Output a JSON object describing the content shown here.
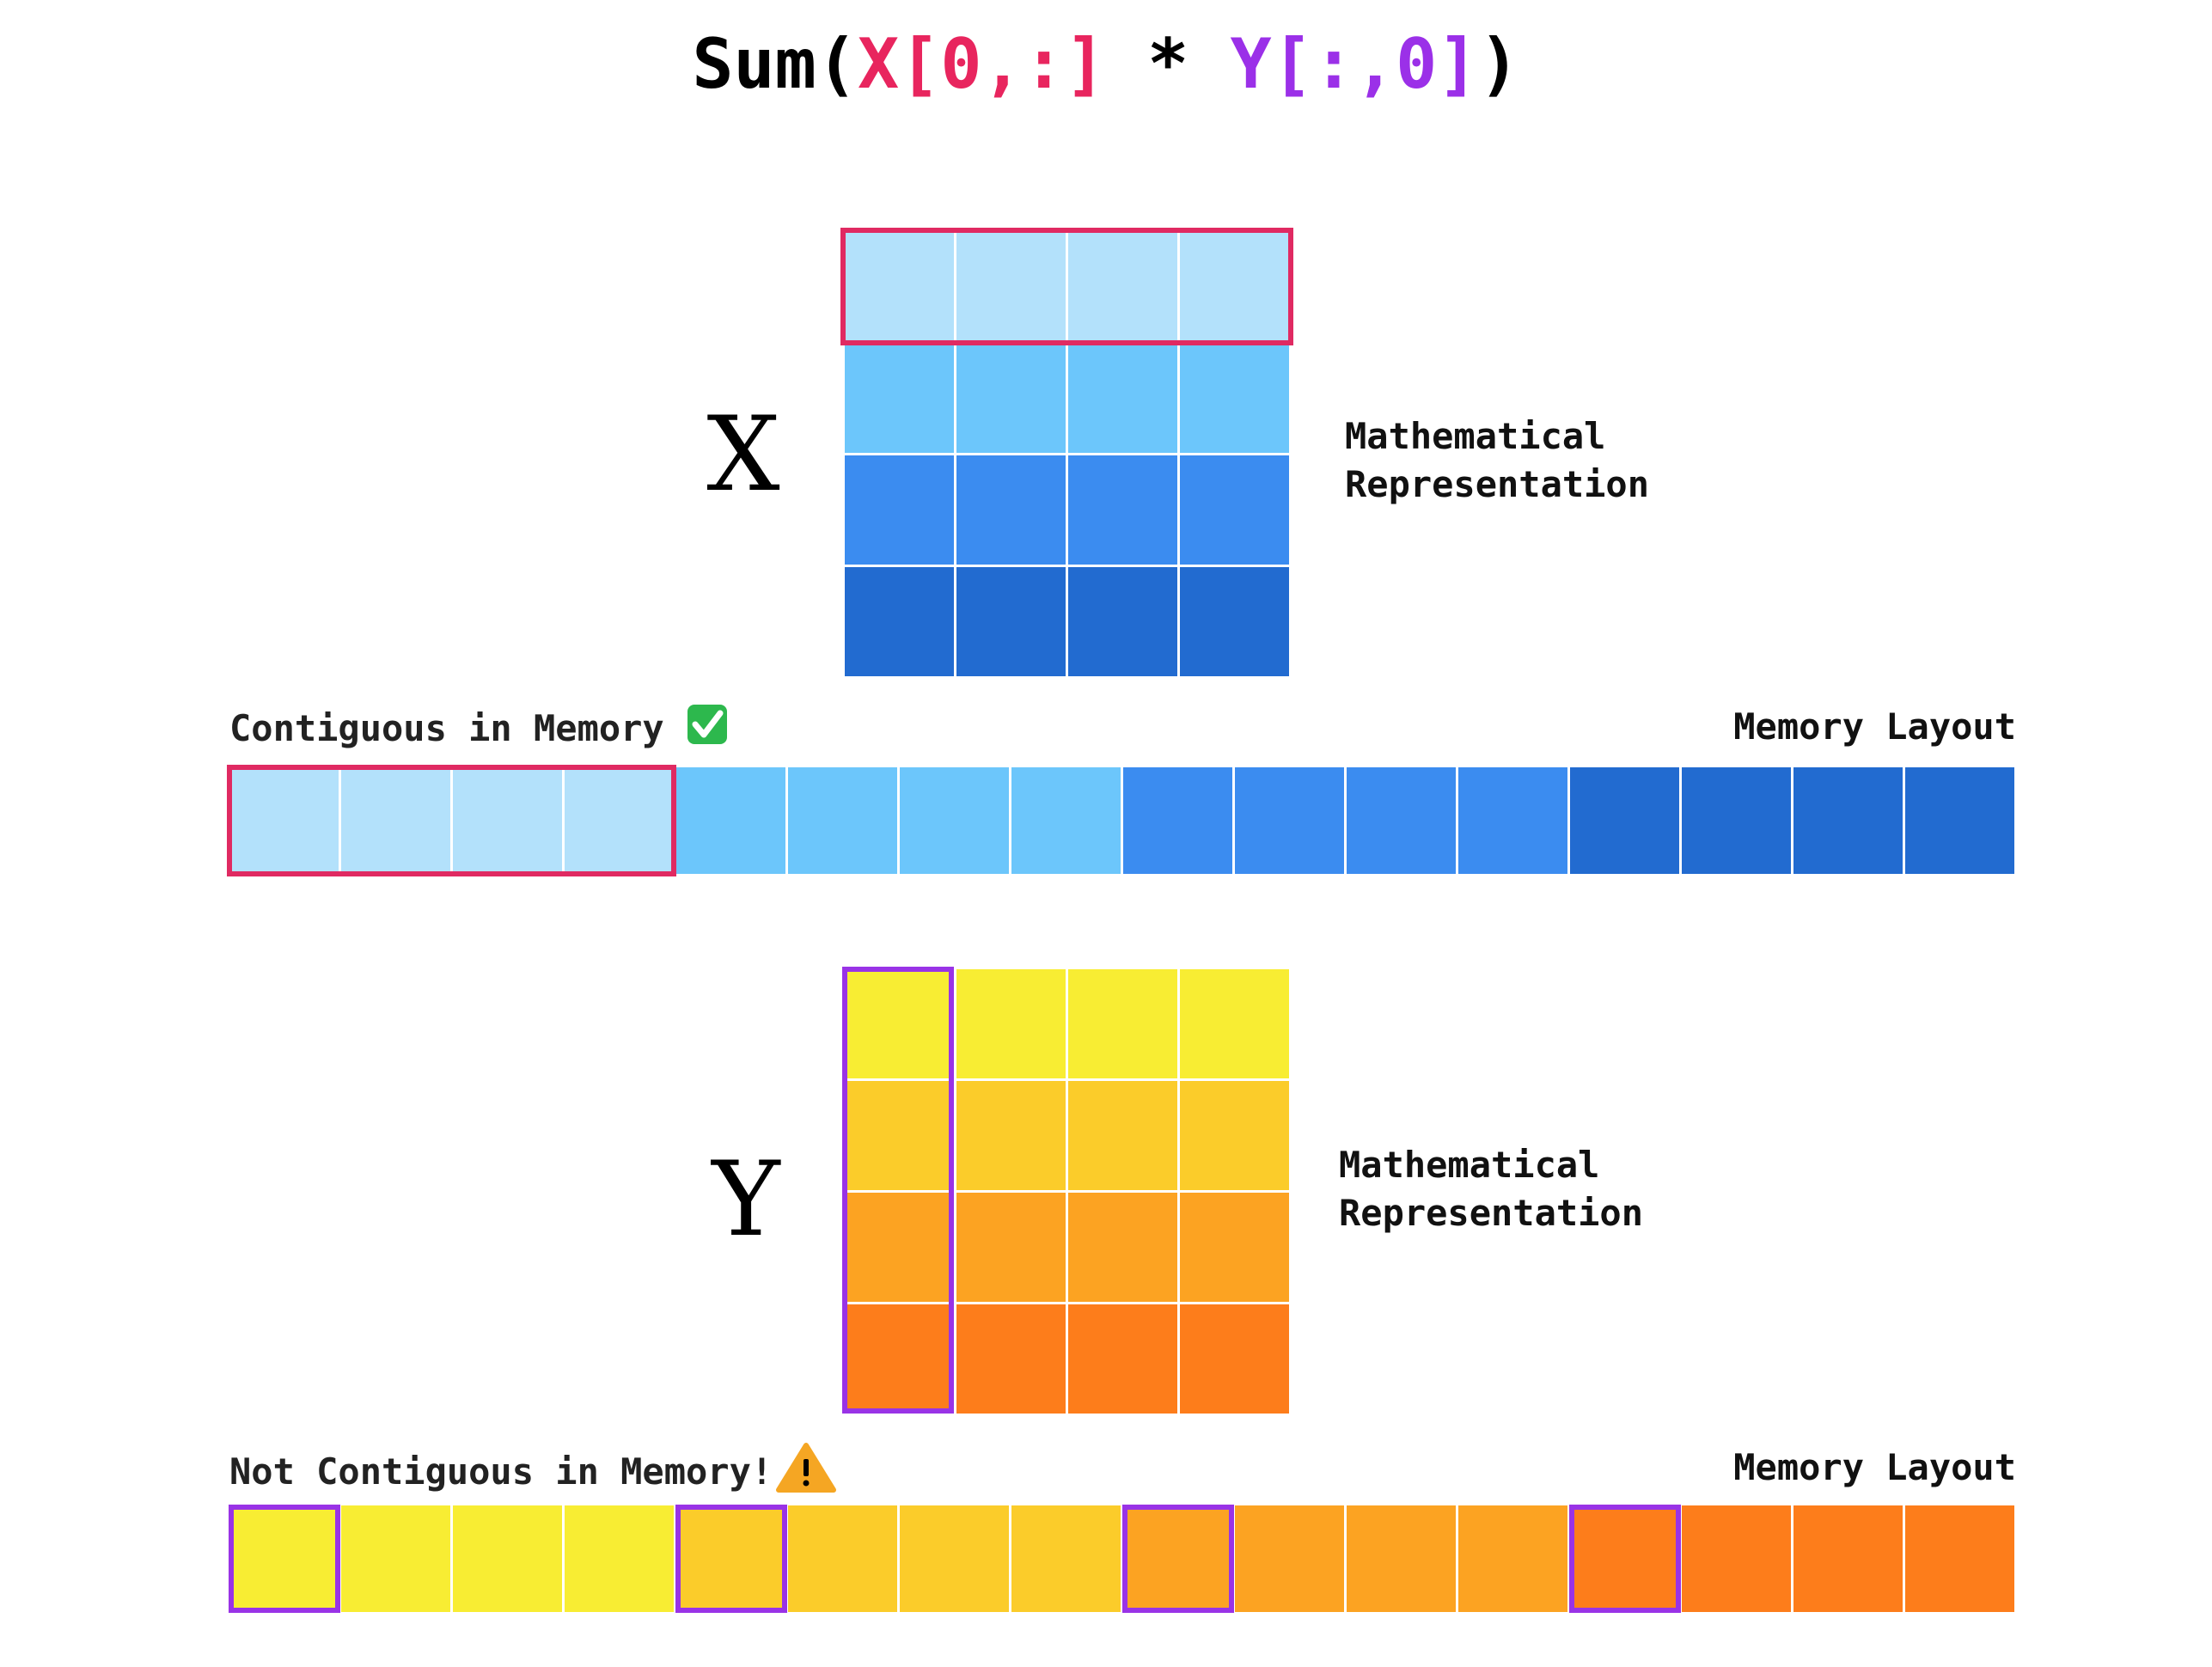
{
  "title": {
    "parts": [
      {
        "text": "Sum(",
        "color": "#000000"
      },
      {
        "text": "X",
        "color": "#e8255e"
      },
      {
        "text": "[0,:]",
        "color": "#e8255e"
      },
      {
        "text": " * ",
        "color": "#000000"
      },
      {
        "text": "Y",
        "color": "#9b30e8"
      },
      {
        "text": "[:,0]",
        "color": "#9b30e8"
      },
      {
        "text": ")",
        "color": "#000000"
      }
    ]
  },
  "colors": {
    "x_highlight": "#e02a62",
    "y_highlight": "#9933e6",
    "x_rows": [
      "#b3e1fb",
      "#6cc6fb",
      "#3b8cf0",
      "#226bd0"
    ],
    "y_rows": [
      "#f8ed33",
      "#fbcc2a",
      "#fca322",
      "#fd7d1b"
    ],
    "check_bg": "#2db84d",
    "warning_bg": "#f5a623"
  },
  "matrix_x": {
    "label": "X",
    "caption_line1": "Mathematical",
    "caption_line2": "Representation",
    "rows": 4,
    "cols": 4,
    "highlight": "row 0"
  },
  "memory_x": {
    "status": "Contiguous in Memory",
    "status_icon": "check-mark-icon",
    "layout_label": "Memory Layout",
    "cells": 16,
    "highlight": "cells 0-3"
  },
  "matrix_y": {
    "label": "Y",
    "caption_line1": "Mathematical",
    "caption_line2": "Representation",
    "rows": 4,
    "cols": 4,
    "highlight": "column 0"
  },
  "memory_y": {
    "status": "Not Contiguous in Memory!",
    "status_icon": "warning-icon",
    "layout_label": "Memory Layout",
    "cells": 16,
    "highlight": "cells 0, 4, 8, 12"
  }
}
